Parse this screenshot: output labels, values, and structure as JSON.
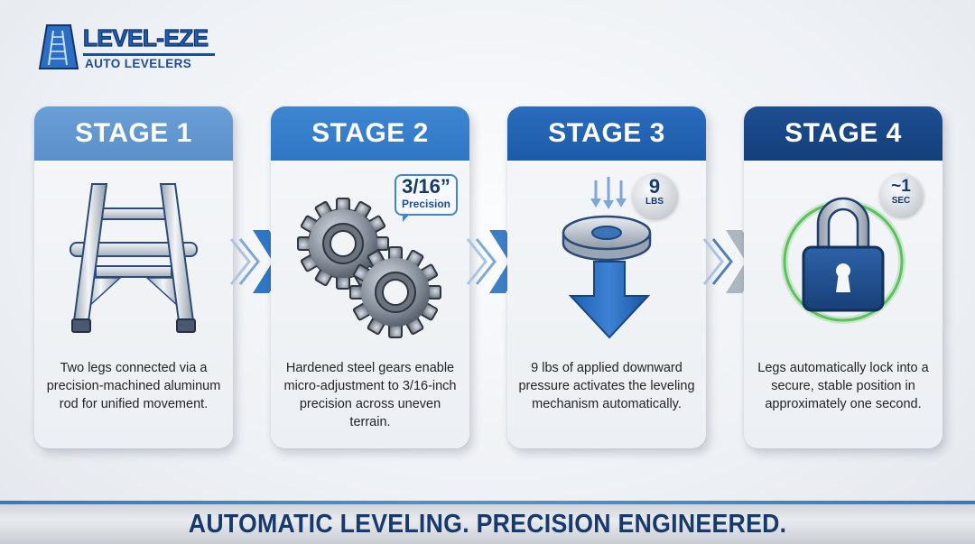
{
  "brand": {
    "title": "LEVEL-EZE",
    "subtitle": "AUTO LEVELERS",
    "logo_icon": "ladder-logo-icon",
    "colors": {
      "primary": "#1d5fb8",
      "dark": "#12336b"
    }
  },
  "stages": [
    {
      "label": "STAGE 1",
      "icon": "ladder-legs-icon",
      "description": "Two legs connected via a precision-machined aluminum rod for unified movement.",
      "header_color": "#6a9fd6"
    },
    {
      "label": "STAGE 2",
      "icon": "gears-icon",
      "badge": {
        "value": "3/16”",
        "caption": "Precision"
      },
      "description": "Hardened steel gears enable micro-adjustment to 3/16-inch precision across uneven terrain.",
      "header_color": "#3f86d2"
    },
    {
      "label": "STAGE 3",
      "icon": "pressure-plate-arrow-icon",
      "badge": {
        "value": "9",
        "caption": "LBS"
      },
      "description": "9 lbs of applied downward pressure activates the leveling mechanism automatically.",
      "header_color": "#2a6cbd"
    },
    {
      "label": "STAGE 4",
      "icon": "padlock-icon",
      "badge": {
        "value": "~1",
        "caption": "SEC"
      },
      "description": "Legs automatically lock into a secure, stable position in approximately one second.",
      "header_color": "#1d4f91"
    }
  ],
  "connectors": [
    "chevron-right-icon",
    "chevron-right-icon",
    "chevron-right-icon"
  ],
  "footer": {
    "tagline": "AUTOMATIC LEVELING. PRECISION ENGINEERED."
  }
}
